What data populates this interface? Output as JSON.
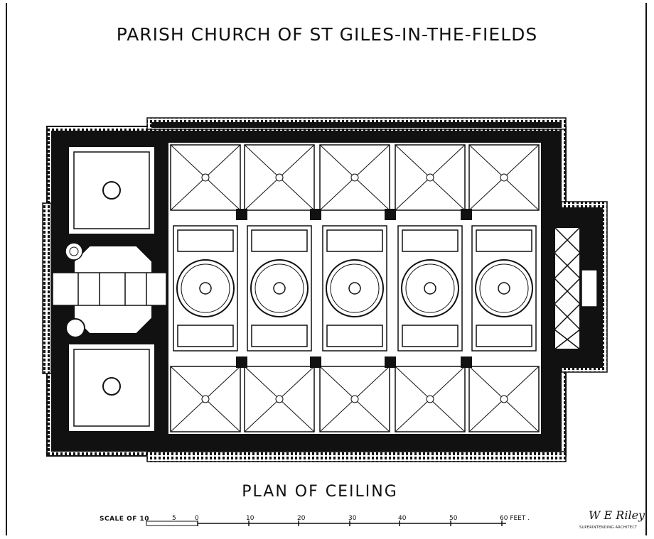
{
  "drawing": {
    "title": "PARISH CHURCH OF ST GILES-IN-THE-FIELDS",
    "subtitle": "PLAN OF CEILING"
  },
  "scale_bar": {
    "label": "SCALE OF 10",
    "ticks": [
      "5",
      "0",
      "10",
      "20",
      "30",
      "40",
      "50",
      "60 FEET ."
    ]
  },
  "signature": {
    "name": "W E Riley",
    "caption": "SUPERINTENDING ARCHITECT"
  },
  "colors": {
    "ink": "#111111",
    "paper": "#ffffff"
  }
}
